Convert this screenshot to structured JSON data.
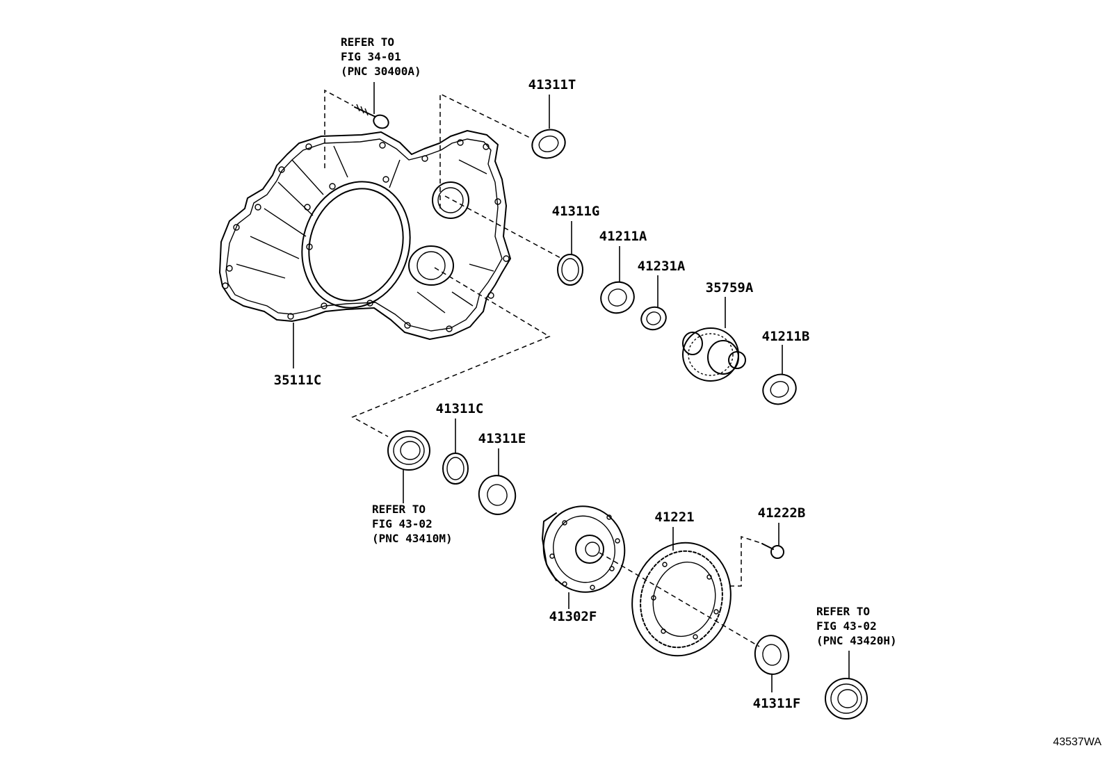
{
  "parts": {
    "housing": "35111C",
    "bearing_41311T": "41311T",
    "seal_41311G": "41311G",
    "bearing_41211A": "41211A",
    "nut_41231A": "41231A",
    "gear_35759A": "35759A",
    "bearing_41211B": "41211B",
    "shim_41311C": "41311C",
    "bearing_41311E": "41311E",
    "diff_case_41302F": "41302F",
    "ring_gear_41221": "41221",
    "bolt_41222B": "41222B",
    "bearing_41311F": "41311F"
  },
  "refs": {
    "top": [
      "REFER TO",
      "FIG 34-01",
      "(PNC 30400A)"
    ],
    "middle": [
      "REFER TO",
      "FIG 43-02",
      "(PNC 43410M)"
    ],
    "bottom": [
      "REFER TO",
      "FIG 43-02",
      "(PNC 43420H)"
    ]
  },
  "illustration_code": "43537WA"
}
